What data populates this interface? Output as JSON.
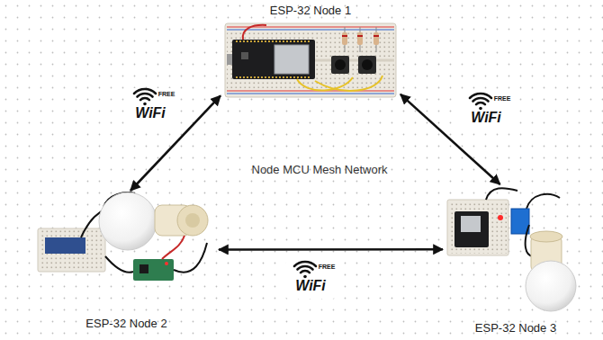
{
  "diagram": {
    "nodes": [
      {
        "text": [
          "ESP-32 Node 1"
        ]
      },
      {
        "text": [
          "ESP-32 Node 2"
        ]
      },
      {
        "text": [
          "ESP-32 Node 3"
        ]
      }
    ],
    "edges": [
      {
        "from": 0,
        "to": 1,
        "arrow": "both"
      },
      {
        "from": 0,
        "to": 2,
        "arrow": "both"
      },
      {
        "from": 1,
        "to": 2,
        "arrow": "both"
      }
    ],
    "labels": [
      "FREE",
      "WiFi",
      "FREE",
      "WiFi",
      "Node MCU Mesh Network",
      "FREE",
      "WiFi"
    ]
  }
}
